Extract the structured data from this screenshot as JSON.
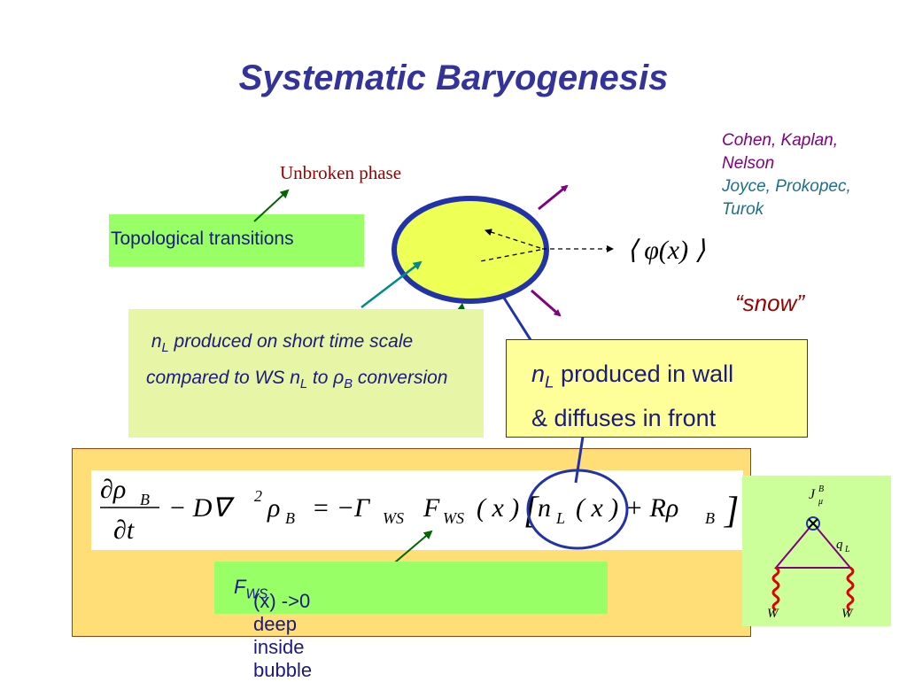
{
  "title": "Systematic Baryogenesis",
  "references": {
    "line1": "Cohen, Kaplan,",
    "line2": "Nelson",
    "line3": "Joyce, Prokopec,",
    "line4": "Turok"
  },
  "labels": {
    "unbroken_phase": "Unbroken phase",
    "topological_transitions": "Topological transitions",
    "snow": "“snow”"
  },
  "short_box": {
    "n": "n",
    "L": "L",
    "text1": " produced on short time scale compared to WS n",
    "L2": "L",
    "text2": " to ",
    "rho": "ρ",
    "B": "B",
    "text3": " conversion"
  },
  "wall_box": {
    "n": "n",
    "L": "L",
    "text1": " produced in wall",
    "text2": "& diffuses in front"
  },
  "vev": "⟨ φ(x) ⟩",
  "equation": {
    "drho": "∂ρ",
    "B_sub": "B",
    "dt": "∂t",
    "term2": "− D∇",
    "sq": "2",
    "rho2": "ρ",
    "B2": "B",
    "eqsign": "= −Γ",
    "WS1": "WS",
    "F": "F",
    "WS2": "WS",
    "x1": "( x )",
    "lbr": "[",
    "n": "n",
    "L": "L",
    "x2": "( x ) + Rρ",
    "B3": "B",
    "rbr": "]"
  },
  "fws_box": {
    "F": "F",
    "WS": "WS",
    "text": " (x) ->0 deep inside bubble"
  },
  "feynman": {
    "J": "J",
    "mu": "μ",
    "B": "B",
    "q": "q",
    "L": "L",
    "W1": "W",
    "W2": "W"
  },
  "colors": {
    "title": "#333399",
    "green_box": "#99ff66",
    "bubble_fill": "#eeff55",
    "bubble_edge": "#2233aa",
    "arrow_magenta": "#800080",
    "arrow_green": "#006600",
    "arrow_teal": "#008b8b"
  }
}
